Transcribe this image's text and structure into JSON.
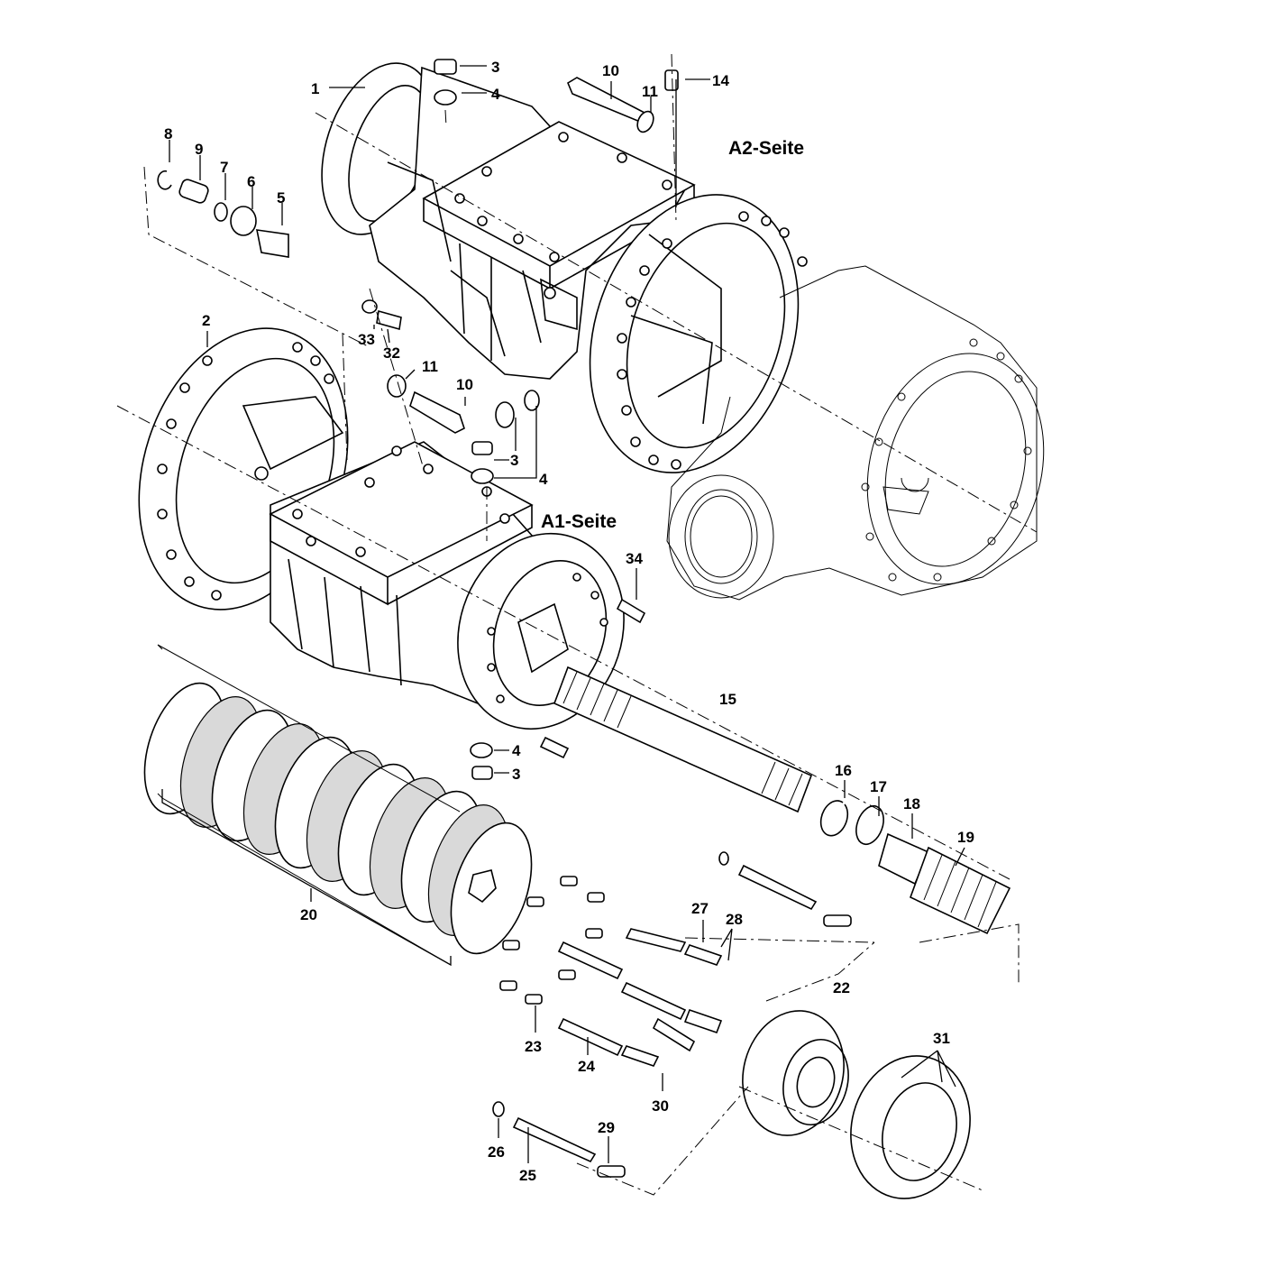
{
  "diagram": {
    "side_labels": {
      "a2": "A2-Seite",
      "a1": "A1-Seite"
    },
    "callouts": [
      "1",
      "2",
      "3",
      "4",
      "5",
      "6",
      "7",
      "8",
      "9",
      "10",
      "11",
      "14",
      "33",
      "32",
      "11",
      "10",
      "3",
      "4",
      "3",
      "4",
      "34",
      "15",
      "16",
      "17",
      "18",
      "19",
      "20",
      "22",
      "27",
      "28",
      "23",
      "24",
      "30",
      "26",
      "25",
      "29",
      "31"
    ]
  }
}
